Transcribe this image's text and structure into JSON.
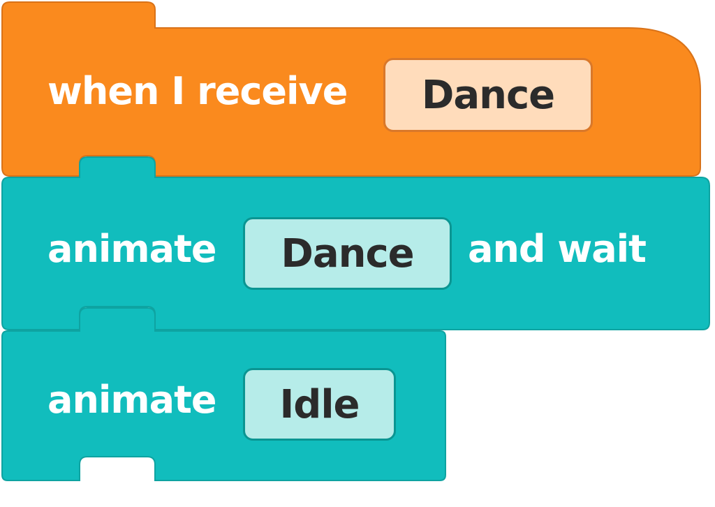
{
  "event_block": {
    "label": "when I receive",
    "message": "Dance"
  },
  "animate_wait_block": {
    "label": "animate",
    "animation": "Dance",
    "suffix": "and wait"
  },
  "animate_block": {
    "label": "animate",
    "animation": "Idle"
  },
  "colors": {
    "event": "#fa8a1e",
    "looks": "#11bdbd"
  }
}
